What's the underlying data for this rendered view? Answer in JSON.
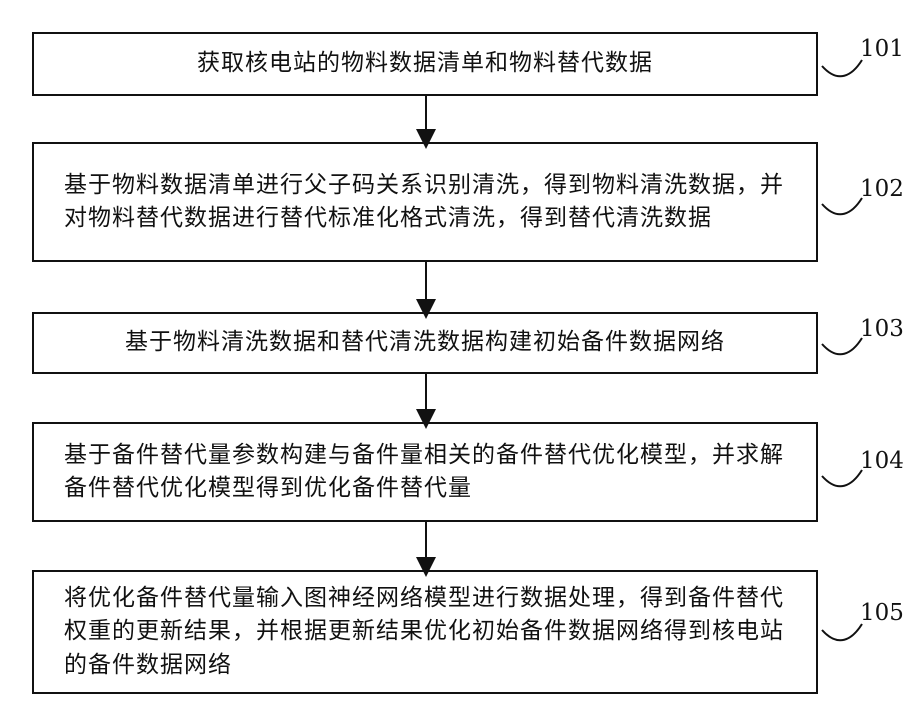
{
  "steps": [
    {
      "ref": "101",
      "text": "获取核电站的物料数据清单和物料替代数据"
    },
    {
      "ref": "102",
      "text": "基于物料数据清单进行父子码关系识别清洗，得到物料清洗数据，并对物料替代数据进行替代标准化格式清洗，得到替代清洗数据"
    },
    {
      "ref": "103",
      "text": "基于物料清洗数据和替代清洗数据构建初始备件数据网络"
    },
    {
      "ref": "104",
      "text": "基于备件替代量参数构建与备件量相关的备件替代优化模型，并求解备件替代优化模型得到优化备件替代量"
    },
    {
      "ref": "105",
      "text": "将优化备件替代量输入图神经网络模型进行数据处理，得到备件替代权重的更新结果，并根据更新结果优化初始备件数据网络得到核电站的备件数据网络"
    }
  ]
}
